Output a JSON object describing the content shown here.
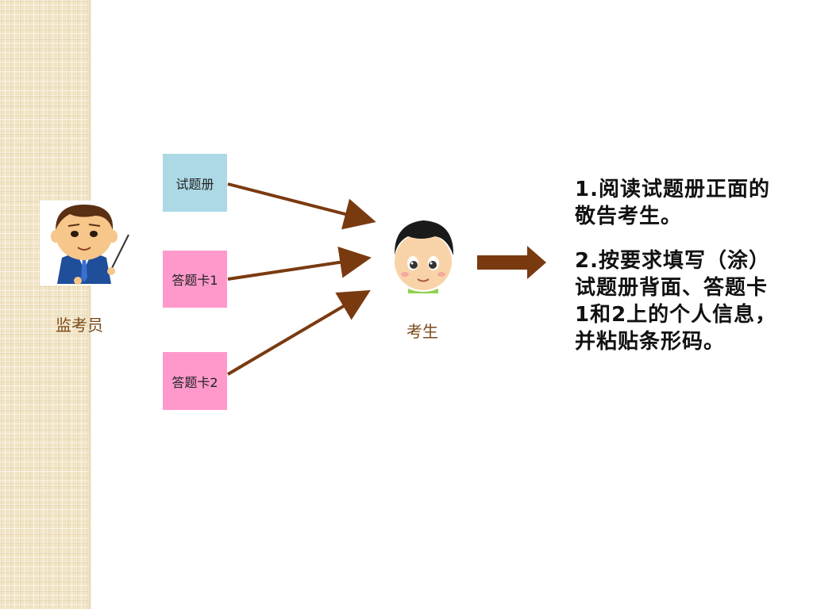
{
  "proctor": {
    "label": "监考员"
  },
  "student": {
    "label": "考生"
  },
  "materials": [
    {
      "label": "试题册",
      "color": "#add8e6"
    },
    {
      "label": "答题卡1",
      "color": "#ff99cc"
    },
    {
      "label": "答题卡2",
      "color": "#ff99cc"
    }
  ],
  "instructions": [
    "1.阅读试题册正面的敬告考生。",
    "2.按要求填写（涂）试题册背面、答题卡1和2上的个人信息，并粘贴条形码。"
  ],
  "colors": {
    "arrow": "#7a3a10",
    "label_text": "#7a4a1a"
  }
}
